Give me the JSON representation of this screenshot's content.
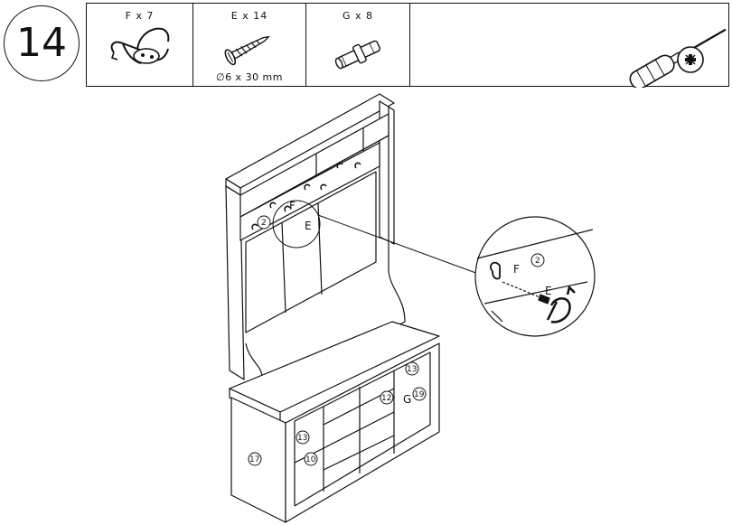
{
  "step": {
    "number": "14"
  },
  "parts": [
    {
      "id": "F",
      "qty": "F x 7",
      "icon": "coat-hook-icon"
    },
    {
      "id": "E",
      "qty": "E x 14",
      "icon": "screw-icon",
      "spec": "∅6 x 30 mm"
    },
    {
      "id": "G",
      "qty": "G x 8",
      "icon": "dowel-icon"
    }
  ],
  "tool": {
    "icon": "phillips-screwdriver-icon"
  },
  "callouts": {
    "hook_label": "F",
    "screw_label": "E",
    "dowel_label": "G"
  },
  "panel_numbers": {
    "p2": "2",
    "p10": "10",
    "p12": "12",
    "p13": "13",
    "p17": "17",
    "p19": "19"
  }
}
